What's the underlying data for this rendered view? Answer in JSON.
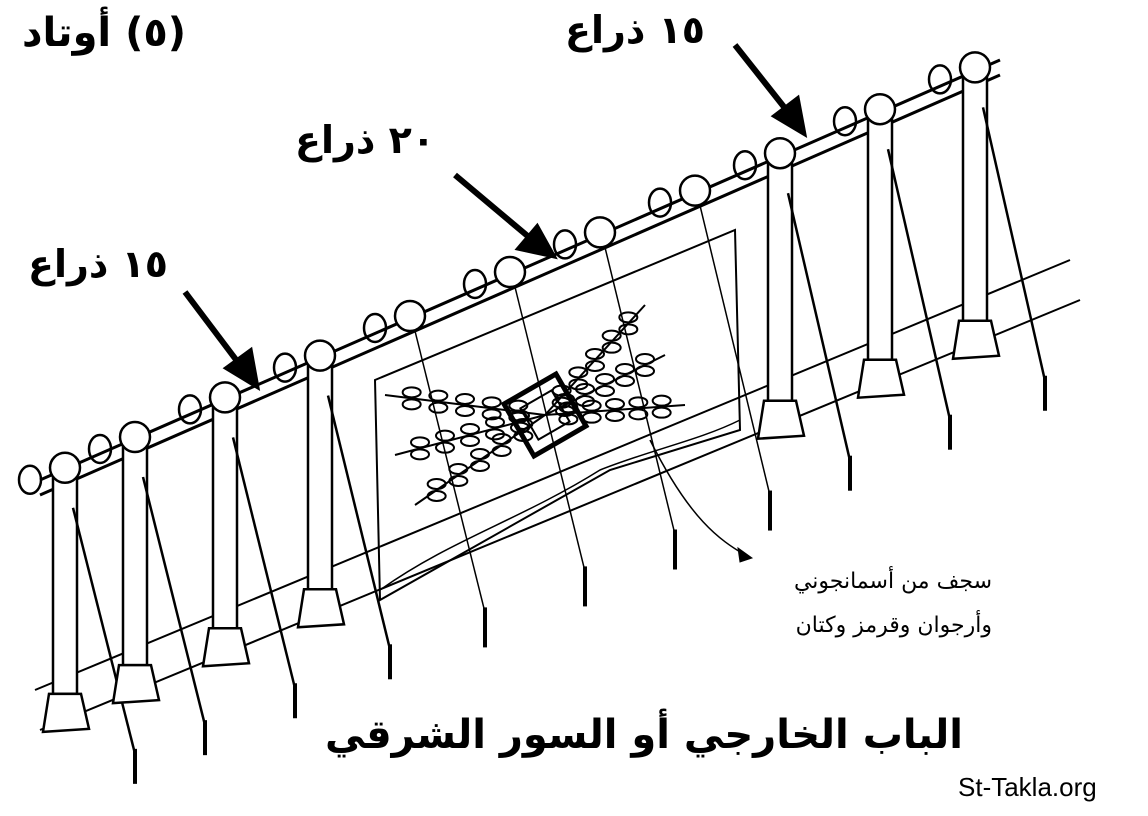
{
  "labels": {
    "stakes": "(٥) أوتاد",
    "cubits_15_right": "١٥ ذراع",
    "cubits_20_middle": "٢٠ ذراع",
    "cubits_15_left": "١٥ ذراع",
    "curtain_line1": "سجف من أسمانجوني",
    "curtain_line2": "وأرجوان وقرمز وكتان",
    "title": "الباب الخارجي أو السور الشرقي",
    "watermark": "St-Takla.org"
  }
}
